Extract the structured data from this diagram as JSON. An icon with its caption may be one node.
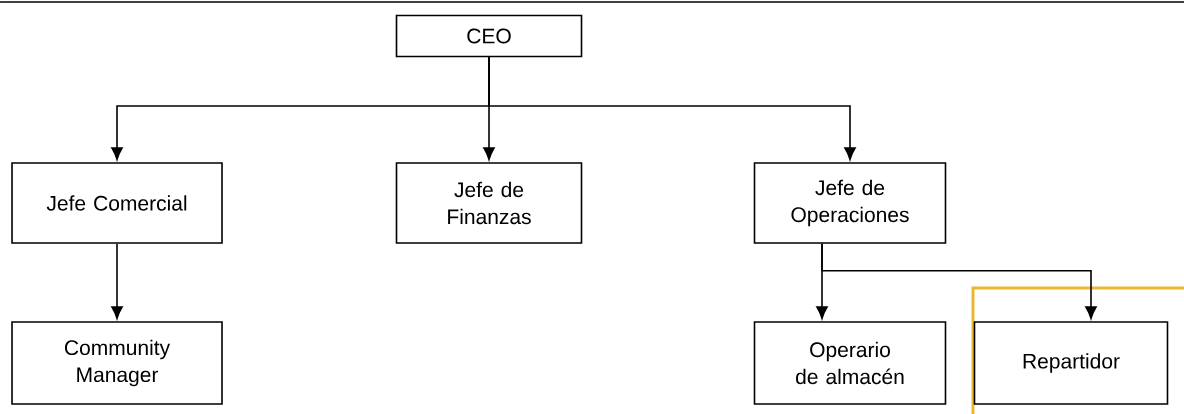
{
  "diagram": {
    "nodes": [
      {
        "text": [
          "CEO"
        ]
      },
      {
        "text": [
          "Jefe Comercial"
        ]
      },
      {
        "text": [
          "Jefe de Finanzas"
        ]
      },
      {
        "text": [
          "Jefe de Operaciones"
        ]
      },
      {
        "text": [
          "Community Manager"
        ]
      },
      {
        "text": [
          "Operario de almacén"
        ]
      },
      {
        "text": [
          "Repartidor"
        ]
      }
    ],
    "edges": [
      {
        "from": 0,
        "to": 1,
        "arrow": "to"
      },
      {
        "from": 0,
        "to": 2,
        "arrow": "to"
      },
      {
        "from": 0,
        "to": 3,
        "arrow": "to"
      },
      {
        "from": 1,
        "to": 4,
        "arrow": "to"
      },
      {
        "from": 3,
        "to": 5,
        "arrow": "to"
      },
      {
        "from": 3,
        "to": 6,
        "arrow": "to"
      }
    ]
  }
}
